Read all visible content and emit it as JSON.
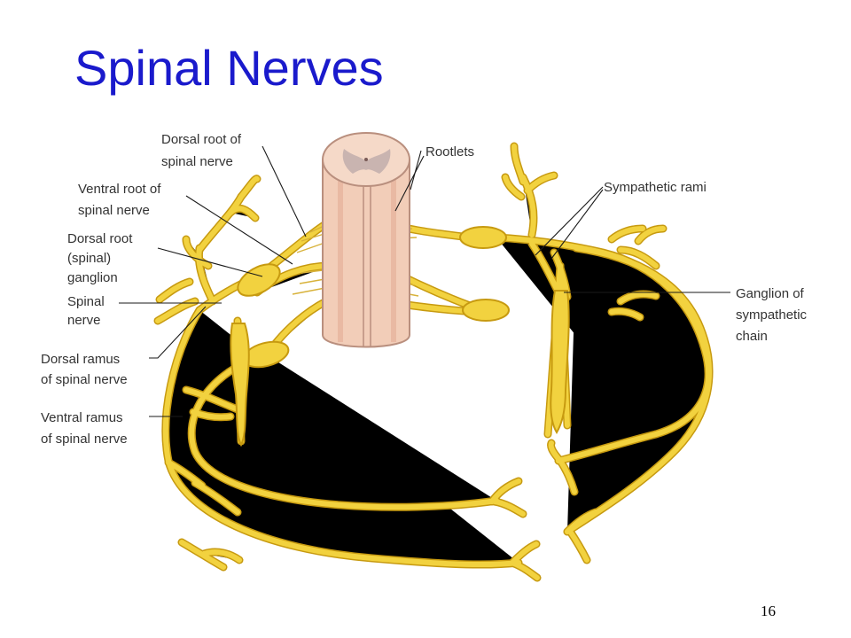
{
  "slide": {
    "title": "Spinal Nerves",
    "page_number": "16"
  },
  "labels": {
    "dorsal_root": [
      "Dorsal root of",
      "spinal nerve"
    ],
    "ventral_root": [
      "Ventral root of",
      "spinal nerve"
    ],
    "dorsal_root_ganglion": [
      "Dorsal root",
      "(spinal)",
      "ganglion"
    ],
    "spinal_nerve": [
      "Spinal",
      "nerve"
    ],
    "dorsal_ramus": [
      "Dorsal ramus",
      "of spinal nerve"
    ],
    "ventral_ramus": [
      "Ventral ramus",
      "of spinal nerve"
    ],
    "rootlets": [
      "Rootlets"
    ],
    "sympathetic_rami": [
      "Sympathetic rami"
    ],
    "sympathetic_ganglion": [
      "Ganglion of",
      "sympathetic",
      "chain"
    ]
  },
  "colors": {
    "title": "#1a1acc",
    "nerve_fill": "#f2d23f",
    "nerve_outline": "#c79a10",
    "cord_fill": "#f2cdb8",
    "cord_outline": "#b98f7e",
    "grey_matter": "#c9b4b0"
  }
}
